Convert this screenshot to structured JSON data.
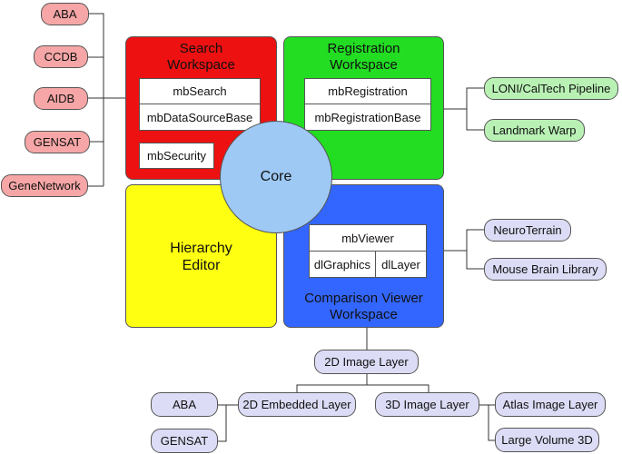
{
  "colors": {
    "search": "#ee1111",
    "registration": "#22dd22",
    "hierarchy": "#ffff11",
    "comparison": "#3366ff",
    "core": "#9ec9f4",
    "red_pill": "#f6a6a6",
    "green_pill": "#b9f1b5",
    "lavender_pill": "#dcdcf6"
  },
  "workspaces": {
    "search": {
      "title": "Search\nWorkspace",
      "modules": [
        "mbSearch",
        "mbDataSourceBase"
      ],
      "security": "mbSecurity"
    },
    "registration": {
      "title": "Registration\nWorkspace",
      "modules": [
        "mbRegistration",
        "mbRegistrationBase"
      ]
    },
    "hierarchy": {
      "title": "Hierarchy\nEditor"
    },
    "comparison": {
      "title": "Comparison Viewer\nWorkspace",
      "viewer": "mbViewer",
      "graphics": "dlGraphics",
      "layer": "dlLayer"
    }
  },
  "core": {
    "label": "Core"
  },
  "data_sources": [
    "ABA",
    "CCDB",
    "AIDB",
    "GENSAT",
    "GeneNetwork"
  ],
  "registration_tools": [
    "LONI/CalTech Pipeline",
    "Landmark Warp"
  ],
  "viewer_tools": [
    "NeuroTerrain",
    "Mouse Brain Library"
  ],
  "layers": {
    "root": "2D Image Layer",
    "embedded": "2D Embedded Layer",
    "image3d": "3D Image Layer",
    "embedded_children": [
      "ABA",
      "GENSAT"
    ],
    "image3d_children": [
      "Atlas Image Layer",
      "Large Volume 3D"
    ]
  }
}
